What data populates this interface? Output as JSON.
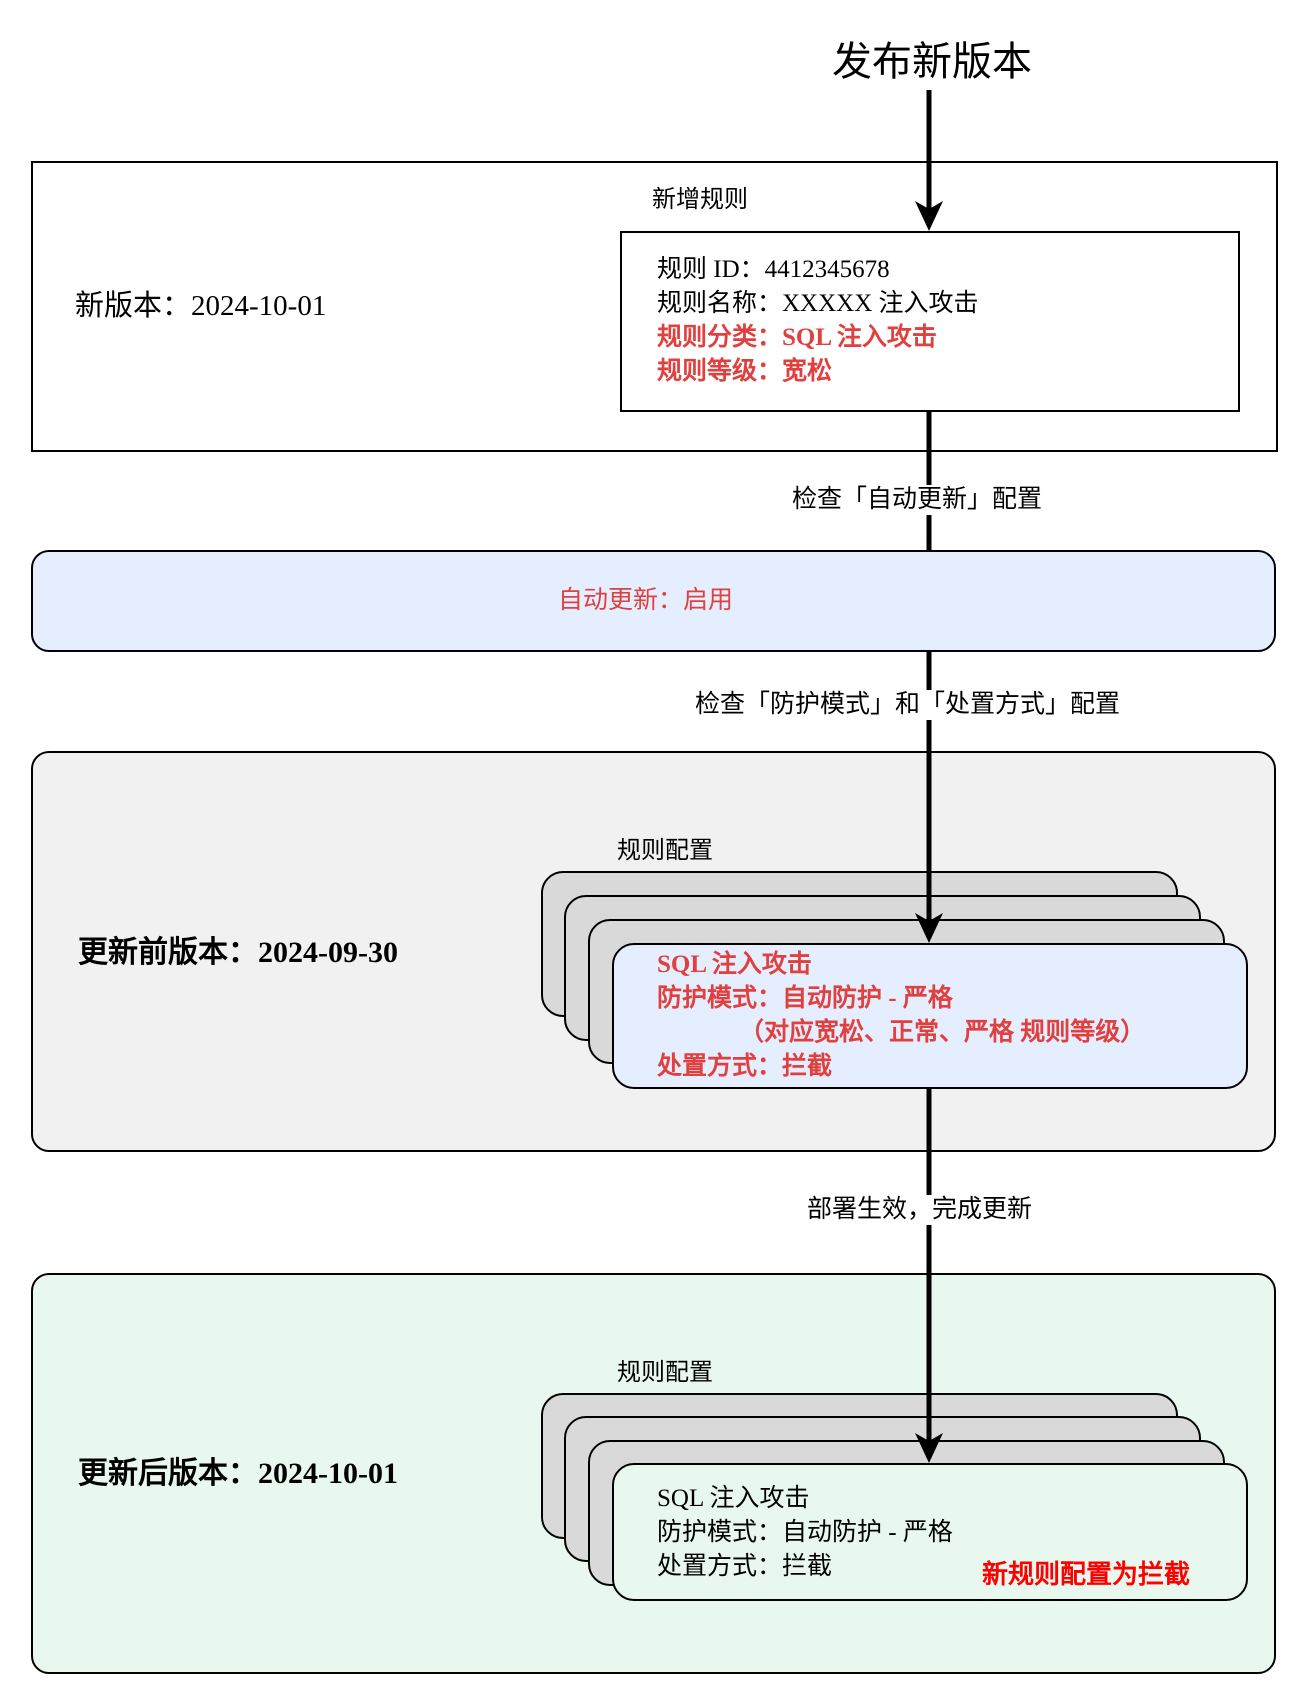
{
  "title": "发布新版本",
  "new_version": {
    "label": "新版本：2024-10-01",
    "rule_box_title": "新增规则",
    "rule": {
      "id_line": "规则 ID：4412345678",
      "name_line": "规则名称：XXXXX 注入攻击",
      "category_line": "规则分类：SQL 注入攻击",
      "level_line": "规则等级：宽松"
    }
  },
  "flow_labels": {
    "check_auto_update": "检查「自动更新」配置",
    "check_mode": "检查「防护模式」和「处置方式」配置",
    "deploy": "部署生效，完成更新"
  },
  "auto_update": {
    "text": "自动更新：启用"
  },
  "before_update": {
    "label_prefix": "更新前版本：",
    "label_date": "2024-09-30",
    "config_title": "规则配置",
    "config": {
      "name": "SQL 注入攻击",
      "mode": "防护模式：自动防护 - 严格",
      "mode_note": "（对应宽松、正常、严格 规则等级）",
      "action": "处置方式：拦截"
    }
  },
  "after_update": {
    "label_prefix": "更新后版本：",
    "label_date": "2024-10-01",
    "config_title": "规则配置",
    "config": {
      "name": "SQL 注入攻击",
      "mode": "防护模式：自动防护 - 严格",
      "action": "处置方式：拦截"
    },
    "note": "新规则配置为拦截"
  },
  "colors": {
    "highlight_red": "#e0403e",
    "note_red": "#ff0000",
    "auto_update_fill": "#e4eeff",
    "before_fill": "#f1f1f1",
    "after_fill": "#e8f8ee",
    "stack_fill": "#d9d9d9"
  }
}
